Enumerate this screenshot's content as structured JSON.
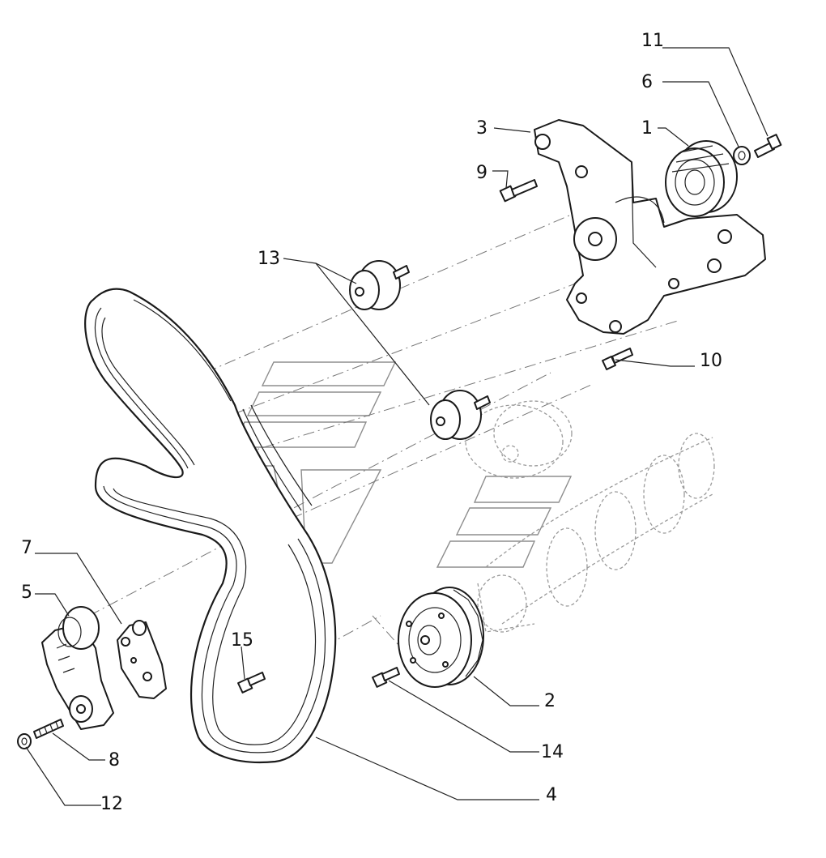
{
  "callouts": {
    "c1": "1",
    "c2": "2",
    "c3": "3",
    "c4": "4",
    "c5": "5",
    "c6": "6",
    "c7": "7",
    "c8": "8",
    "c9": "9",
    "c10": "10",
    "c11": "11",
    "c12": "12",
    "c13": "13",
    "c14": "14",
    "c15": "15"
  },
  "colors": {
    "line": "#1a1a1a",
    "ghost": "#9a9a9a",
    "watermark": "#8d8d8d"
  }
}
